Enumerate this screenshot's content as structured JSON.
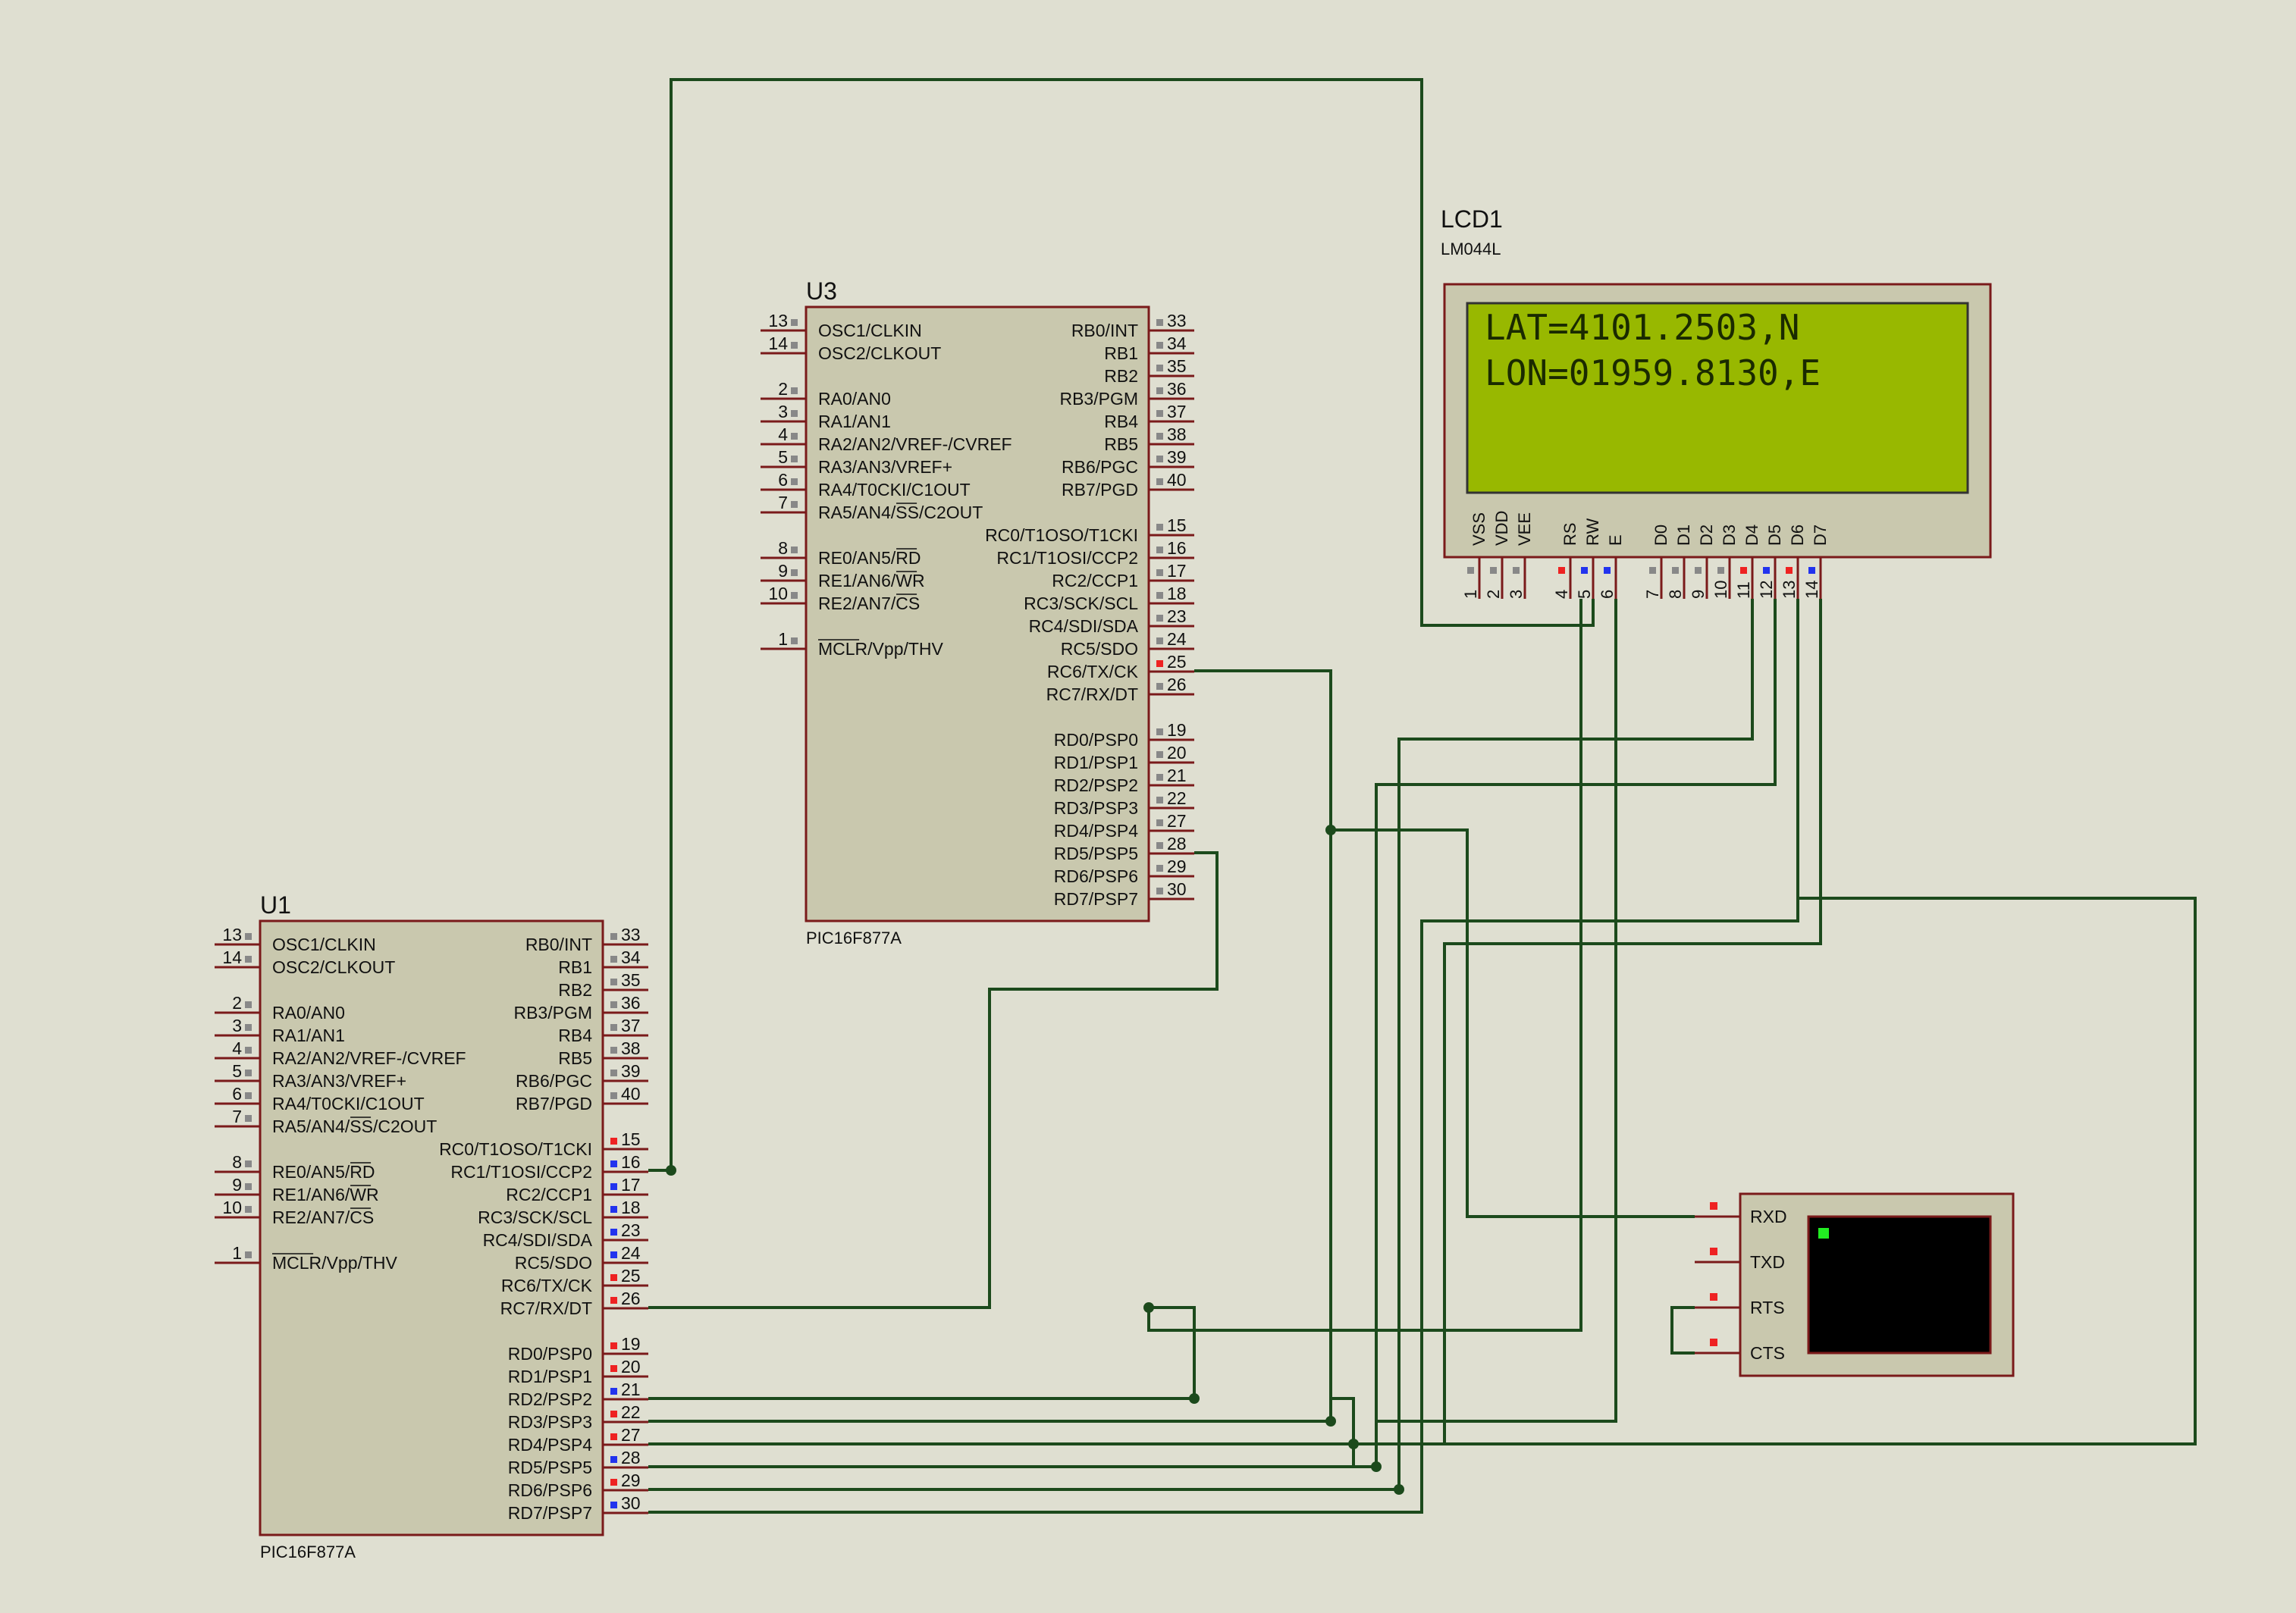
{
  "colors": {
    "background": "#dfdfd1",
    "chip_fill": "#c9c8ae",
    "chip_border": "#7a1a1a",
    "wire": "#1c4a1c",
    "pin_grey": "#888888",
    "pin_red": "#ee2222",
    "pin_blue": "#2233ee",
    "lcd_screen": "#98b800",
    "terminal_screen": "#000000",
    "terminal_cursor": "#22ee22"
  },
  "u3": {
    "ref": "U3",
    "part": "PIC16F877A",
    "left_pins": [
      {
        "num": "13",
        "name": "OSC1/CLKIN",
        "row": 0
      },
      {
        "num": "14",
        "name": "OSC2/CLKOUT",
        "row": 1
      },
      {
        "num": "2",
        "name": "RA0/AN0",
        "row": 3
      },
      {
        "num": "3",
        "name": "RA1/AN1",
        "row": 4
      },
      {
        "num": "4",
        "name": "RA2/AN2/VREF-/CVREF",
        "row": 5
      },
      {
        "num": "5",
        "name": "RA3/AN3/VREF+",
        "row": 6
      },
      {
        "num": "6",
        "name": "RA4/T0CKI/C1OUT",
        "row": 7
      },
      {
        "num": "7",
        "name": "RA5/AN4/SS/C2OUT",
        "row": 8
      },
      {
        "num": "8",
        "name": "RE0/AN5/RD",
        "row": 10
      },
      {
        "num": "9",
        "name": "RE1/AN6/WR",
        "row": 11
      },
      {
        "num": "10",
        "name": "RE2/AN7/CS",
        "row": 12
      },
      {
        "num": "1",
        "name": "MCLR/Vpp/THV",
        "row": 14
      }
    ],
    "right_pins": [
      {
        "num": "33",
        "name": "RB0/INT",
        "row": 0,
        "state": "grey"
      },
      {
        "num": "34",
        "name": "RB1",
        "row": 1,
        "state": "grey"
      },
      {
        "num": "35",
        "name": "RB2",
        "row": 2,
        "state": "grey"
      },
      {
        "num": "36",
        "name": "RB3/PGM",
        "row": 3,
        "state": "grey"
      },
      {
        "num": "37",
        "name": "RB4",
        "row": 4,
        "state": "grey"
      },
      {
        "num": "38",
        "name": "RB5",
        "row": 5,
        "state": "grey"
      },
      {
        "num": "39",
        "name": "RB6/PGC",
        "row": 6,
        "state": "grey"
      },
      {
        "num": "40",
        "name": "RB7/PGD",
        "row": 7,
        "state": "grey"
      },
      {
        "num": "15",
        "name": "RC0/T1OSO/T1CKI",
        "row": 9,
        "state": "grey"
      },
      {
        "num": "16",
        "name": "RC1/T1OSI/CCP2",
        "row": 10,
        "state": "grey"
      },
      {
        "num": "17",
        "name": "RC2/CCP1",
        "row": 11,
        "state": "grey"
      },
      {
        "num": "18",
        "name": "RC3/SCK/SCL",
        "row": 12,
        "state": "grey"
      },
      {
        "num": "23",
        "name": "RC4/SDI/SDA",
        "row": 13,
        "state": "grey"
      },
      {
        "num": "24",
        "name": "RC5/SDO",
        "row": 14,
        "state": "grey"
      },
      {
        "num": "25",
        "name": "RC6/TX/CK",
        "row": 15,
        "state": "red"
      },
      {
        "num": "26",
        "name": "RC7/RX/DT",
        "row": 16,
        "state": "grey"
      },
      {
        "num": "19",
        "name": "RD0/PSP0",
        "row": 18,
        "state": "grey"
      },
      {
        "num": "20",
        "name": "RD1/PSP1",
        "row": 19,
        "state": "grey"
      },
      {
        "num": "21",
        "name": "RD2/PSP2",
        "row": 20,
        "state": "grey"
      },
      {
        "num": "22",
        "name": "RD3/PSP3",
        "row": 21,
        "state": "grey"
      },
      {
        "num": "27",
        "name": "RD4/PSP4",
        "row": 22,
        "state": "grey"
      },
      {
        "num": "28",
        "name": "RD5/PSP5",
        "row": 23,
        "state": "grey"
      },
      {
        "num": "29",
        "name": "RD6/PSP6",
        "row": 24,
        "state": "grey"
      },
      {
        "num": "30",
        "name": "RD7/PSP7",
        "row": 25,
        "state": "grey"
      }
    ]
  },
  "u1": {
    "ref": "U1",
    "part": "PIC16F877A",
    "left_pins": [
      {
        "num": "13",
        "name": "OSC1/CLKIN",
        "row": 0
      },
      {
        "num": "14",
        "name": "OSC2/CLKOUT",
        "row": 1
      },
      {
        "num": "2",
        "name": "RA0/AN0",
        "row": 3
      },
      {
        "num": "3",
        "name": "RA1/AN1",
        "row": 4
      },
      {
        "num": "4",
        "name": "RA2/AN2/VREF-/CVREF",
        "row": 5
      },
      {
        "num": "5",
        "name": "RA3/AN3/VREF+",
        "row": 6
      },
      {
        "num": "6",
        "name": "RA4/T0CKI/C1OUT",
        "row": 7
      },
      {
        "num": "7",
        "name": "RA5/AN4/SS/C2OUT",
        "row": 8
      },
      {
        "num": "8",
        "name": "RE0/AN5/RD",
        "row": 10
      },
      {
        "num": "9",
        "name": "RE1/AN6/WR",
        "row": 11
      },
      {
        "num": "10",
        "name": "RE2/AN7/CS",
        "row": 12
      },
      {
        "num": "1",
        "name": "MCLR/Vpp/THV",
        "row": 14
      }
    ],
    "right_pins": [
      {
        "num": "33",
        "name": "RB0/INT",
        "row": 0,
        "state": "grey"
      },
      {
        "num": "34",
        "name": "RB1",
        "row": 1,
        "state": "grey"
      },
      {
        "num": "35",
        "name": "RB2",
        "row": 2,
        "state": "grey"
      },
      {
        "num": "36",
        "name": "RB3/PGM",
        "row": 3,
        "state": "grey"
      },
      {
        "num": "37",
        "name": "RB4",
        "row": 4,
        "state": "grey"
      },
      {
        "num": "38",
        "name": "RB5",
        "row": 5,
        "state": "grey"
      },
      {
        "num": "39",
        "name": "RB6/PGC",
        "row": 6,
        "state": "grey"
      },
      {
        "num": "40",
        "name": "RB7/PGD",
        "row": 7,
        "state": "grey"
      },
      {
        "num": "15",
        "name": "RC0/T1OSO/T1CKI",
        "row": 9,
        "state": "red"
      },
      {
        "num": "16",
        "name": "RC1/T1OSI/CCP2",
        "row": 10,
        "state": "blue"
      },
      {
        "num": "17",
        "name": "RC2/CCP1",
        "row": 11,
        "state": "blue"
      },
      {
        "num": "18",
        "name": "RC3/SCK/SCL",
        "row": 12,
        "state": "blue"
      },
      {
        "num": "23",
        "name": "RC4/SDI/SDA",
        "row": 13,
        "state": "blue"
      },
      {
        "num": "24",
        "name": "RC5/SDO",
        "row": 14,
        "state": "blue"
      },
      {
        "num": "25",
        "name": "RC6/TX/CK",
        "row": 15,
        "state": "red"
      },
      {
        "num": "26",
        "name": "RC7/RX/DT",
        "row": 16,
        "state": "red"
      },
      {
        "num": "19",
        "name": "RD0/PSP0",
        "row": 18,
        "state": "red"
      },
      {
        "num": "20",
        "name": "RD1/PSP1",
        "row": 19,
        "state": "red"
      },
      {
        "num": "21",
        "name": "RD2/PSP2",
        "row": 20,
        "state": "blue"
      },
      {
        "num": "22",
        "name": "RD3/PSP3",
        "row": 21,
        "state": "red"
      },
      {
        "num": "27",
        "name": "RD4/PSP4",
        "row": 22,
        "state": "red"
      },
      {
        "num": "28",
        "name": "RD5/PSP5",
        "row": 23,
        "state": "blue"
      },
      {
        "num": "29",
        "name": "RD6/PSP6",
        "row": 24,
        "state": "red"
      },
      {
        "num": "30",
        "name": "RD7/PSP7",
        "row": 25,
        "state": "blue"
      }
    ]
  },
  "lcd": {
    "ref": "LCD1",
    "part": "LM044L",
    "line1": "LAT=4101.2503,N",
    "line2": "LON=01959.8130,E",
    "pins": [
      {
        "num": "1",
        "name": "VSS",
        "state": "grey"
      },
      {
        "num": "2",
        "name": "VDD",
        "state": "grey"
      },
      {
        "num": "3",
        "name": "VEE",
        "state": "grey"
      },
      {
        "num": "4",
        "name": "RS",
        "state": "red"
      },
      {
        "num": "5",
        "name": "RW",
        "state": "blue"
      },
      {
        "num": "6",
        "name": "E",
        "state": "blue"
      },
      {
        "num": "7",
        "name": "D0",
        "state": "grey"
      },
      {
        "num": "8",
        "name": "D1",
        "state": "grey"
      },
      {
        "num": "9",
        "name": "D2",
        "state": "grey"
      },
      {
        "num": "10",
        "name": "D3",
        "state": "grey"
      },
      {
        "num": "11",
        "name": "D4",
        "state": "red"
      },
      {
        "num": "12",
        "name": "D5",
        "state": "blue"
      },
      {
        "num": "13",
        "name": "D6",
        "state": "red"
      },
      {
        "num": "14",
        "name": "D7",
        "state": "blue"
      }
    ]
  },
  "terminal": {
    "pins": [
      {
        "name": "RXD"
      },
      {
        "name": "TXD"
      },
      {
        "name": "RTS"
      },
      {
        "name": "CTS"
      }
    ]
  }
}
